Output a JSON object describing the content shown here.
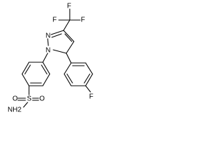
{
  "atoms": {
    "f1": "F",
    "f2": "F",
    "f3": "F",
    "f_aryl": "F",
    "n1": "N",
    "n2": "N",
    "s": "S",
    "o1": "O",
    "o2": "O",
    "nh2": "NH2"
  },
  "colors": {
    "bond": "#000000",
    "label": "#000000",
    "background": "#ffffff"
  }
}
